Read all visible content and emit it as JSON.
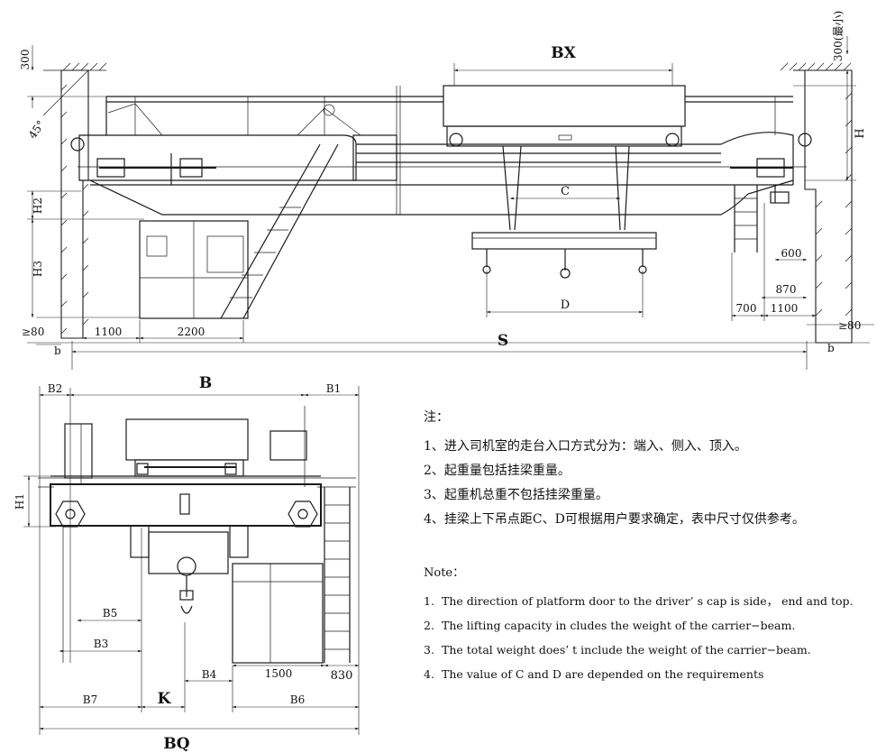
{
  "top_view": {
    "bx": "BX",
    "c": "C",
    "d": "D",
    "s": "S",
    "h": "H",
    "h2": "H2",
    "h3": "H3",
    "dim_300_left": "300",
    "dim_300_right": "300(最小)",
    "angle": "45°",
    "ge80_left": "≥80",
    "ge80_right": "≥80",
    "b_left": "b",
    "b_right": "b",
    "d1100_left": "1100",
    "d2200": "2200",
    "d600": "600",
    "d870": "870",
    "d700": "700",
    "d1100_right": "1100"
  },
  "side_view": {
    "b": "B",
    "b1": "B1",
    "b2": "B2",
    "h1": "H1",
    "b3": "B3",
    "b4": "B4",
    "b5": "B5",
    "b6": "B6",
    "b7": "B7",
    "k": "K",
    "bq": "BQ",
    "d1500": "1500",
    "d830": "830"
  },
  "notes": {
    "cn_title": "注：",
    "cn": [
      {
        "num": "1、",
        "text": "进入司机室的走台入口方式分为：端入、侧入、顶入。"
      },
      {
        "num": "2、",
        "text": "起重量包括挂梁重量。"
      },
      {
        "num": "3、",
        "text": "起重机总重不包括挂梁重量。"
      },
      {
        "num": "4、",
        "text": "挂梁上下吊点距C、D可根据用户要求确定，表中尺寸仅供参考。"
      }
    ],
    "en_title": "Note：",
    "en": [
      {
        "num": "1.",
        "text": "The direction of platform door to the driver’ s cap is side， end and top."
      },
      {
        "num": "2.",
        "text": "The lifting capacity in cludes the weight of the carrier−beam."
      },
      {
        "num": "3.",
        "text": "The total weight does’ t include the weight of the carrier−beam."
      },
      {
        "num": "4.",
        "text": "The value of C and D are depended on the requirements"
      }
    ]
  }
}
